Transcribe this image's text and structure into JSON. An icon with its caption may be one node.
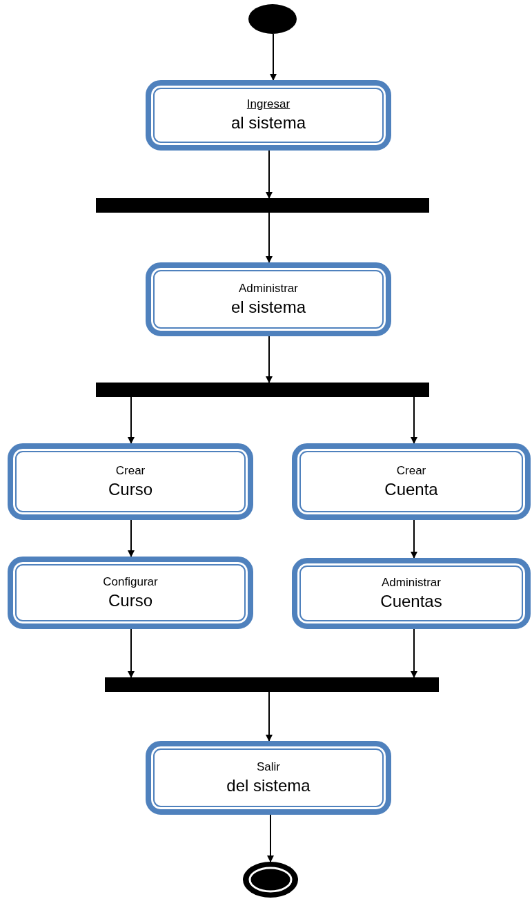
{
  "diagram": {
    "nodes": [
      {
        "text": [],
        "shape": "circle"
      },
      {
        "text": [
          "Ingresar",
          "al sistema"
        ]
      },
      {
        "text": [],
        "shape": "bar"
      },
      {
        "text": [
          "Administrar",
          "el sistema"
        ]
      },
      {
        "text": [],
        "shape": "bar"
      },
      {
        "text": [
          "Crear",
          "Curso"
        ]
      },
      {
        "text": [
          "Crear",
          "Cuenta"
        ]
      },
      {
        "text": [
          "Configurar",
          "Curso"
        ]
      },
      {
        "text": [
          "Administrar",
          "Cuentas"
        ]
      },
      {
        "text": [],
        "shape": "bar"
      },
      {
        "text": [
          "Salir",
          "del sistema"
        ]
      },
      {
        "text": [],
        "shape": "circle"
      }
    ],
    "edges": [
      {
        "from": 0,
        "to": 1,
        "arrow": "to"
      },
      {
        "from": 1,
        "to": 2,
        "arrow": "to"
      },
      {
        "from": 2,
        "to": 3,
        "arrow": "to"
      },
      {
        "from": 3,
        "to": 4,
        "arrow": "to"
      },
      {
        "from": 4,
        "to": 5,
        "arrow": "to"
      },
      {
        "from": 4,
        "to": 6,
        "arrow": "to"
      },
      {
        "from": 5,
        "to": 7,
        "arrow": "to"
      },
      {
        "from": 6,
        "to": 8,
        "arrow": "to"
      },
      {
        "from": 7,
        "to": 9,
        "arrow": "to"
      },
      {
        "from": 8,
        "to": 9,
        "arrow": "to"
      },
      {
        "from": 9,
        "to": 10,
        "arrow": "to"
      },
      {
        "from": 10,
        "to": 11,
        "arrow": "to"
      }
    ]
  }
}
